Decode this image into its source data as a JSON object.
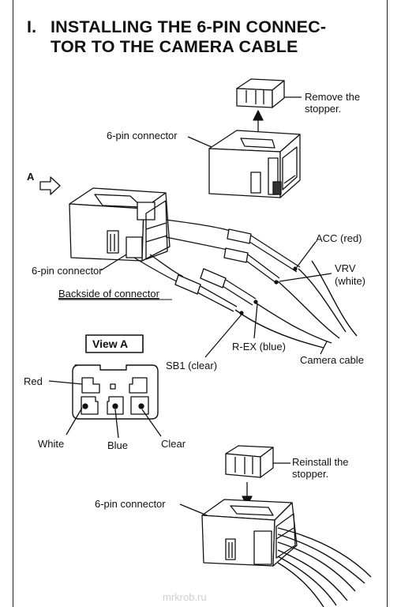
{
  "title": {
    "number": "I.",
    "line1": "INSTALLING THE 6-PIN CONNEC-",
    "line2": "TOR TO THE CAMERA CABLE"
  },
  "labels": {
    "remove_stopper_1": "Remove the",
    "remove_stopper_2": "stopper.",
    "connector_top": "6-pin connector",
    "arrow_a": "A",
    "connector_back": "6-pin connector",
    "backside": "Backside of connector",
    "acc": "ACC (red)",
    "vrv_1": "VRV",
    "vrv_2": "(white)",
    "rex": "R-EX (blue)",
    "sb1": "SB1 (clear)",
    "camera_cable": "Camera cable",
    "view_a": "View A",
    "red": "Red",
    "white": "White",
    "blue": "Blue",
    "clear": "Clear",
    "reinstall_1": "Reinstall the",
    "reinstall_2": "stopper.",
    "connector_bottom": "6-pin connector"
  },
  "watermark": "mrkrob.ru"
}
